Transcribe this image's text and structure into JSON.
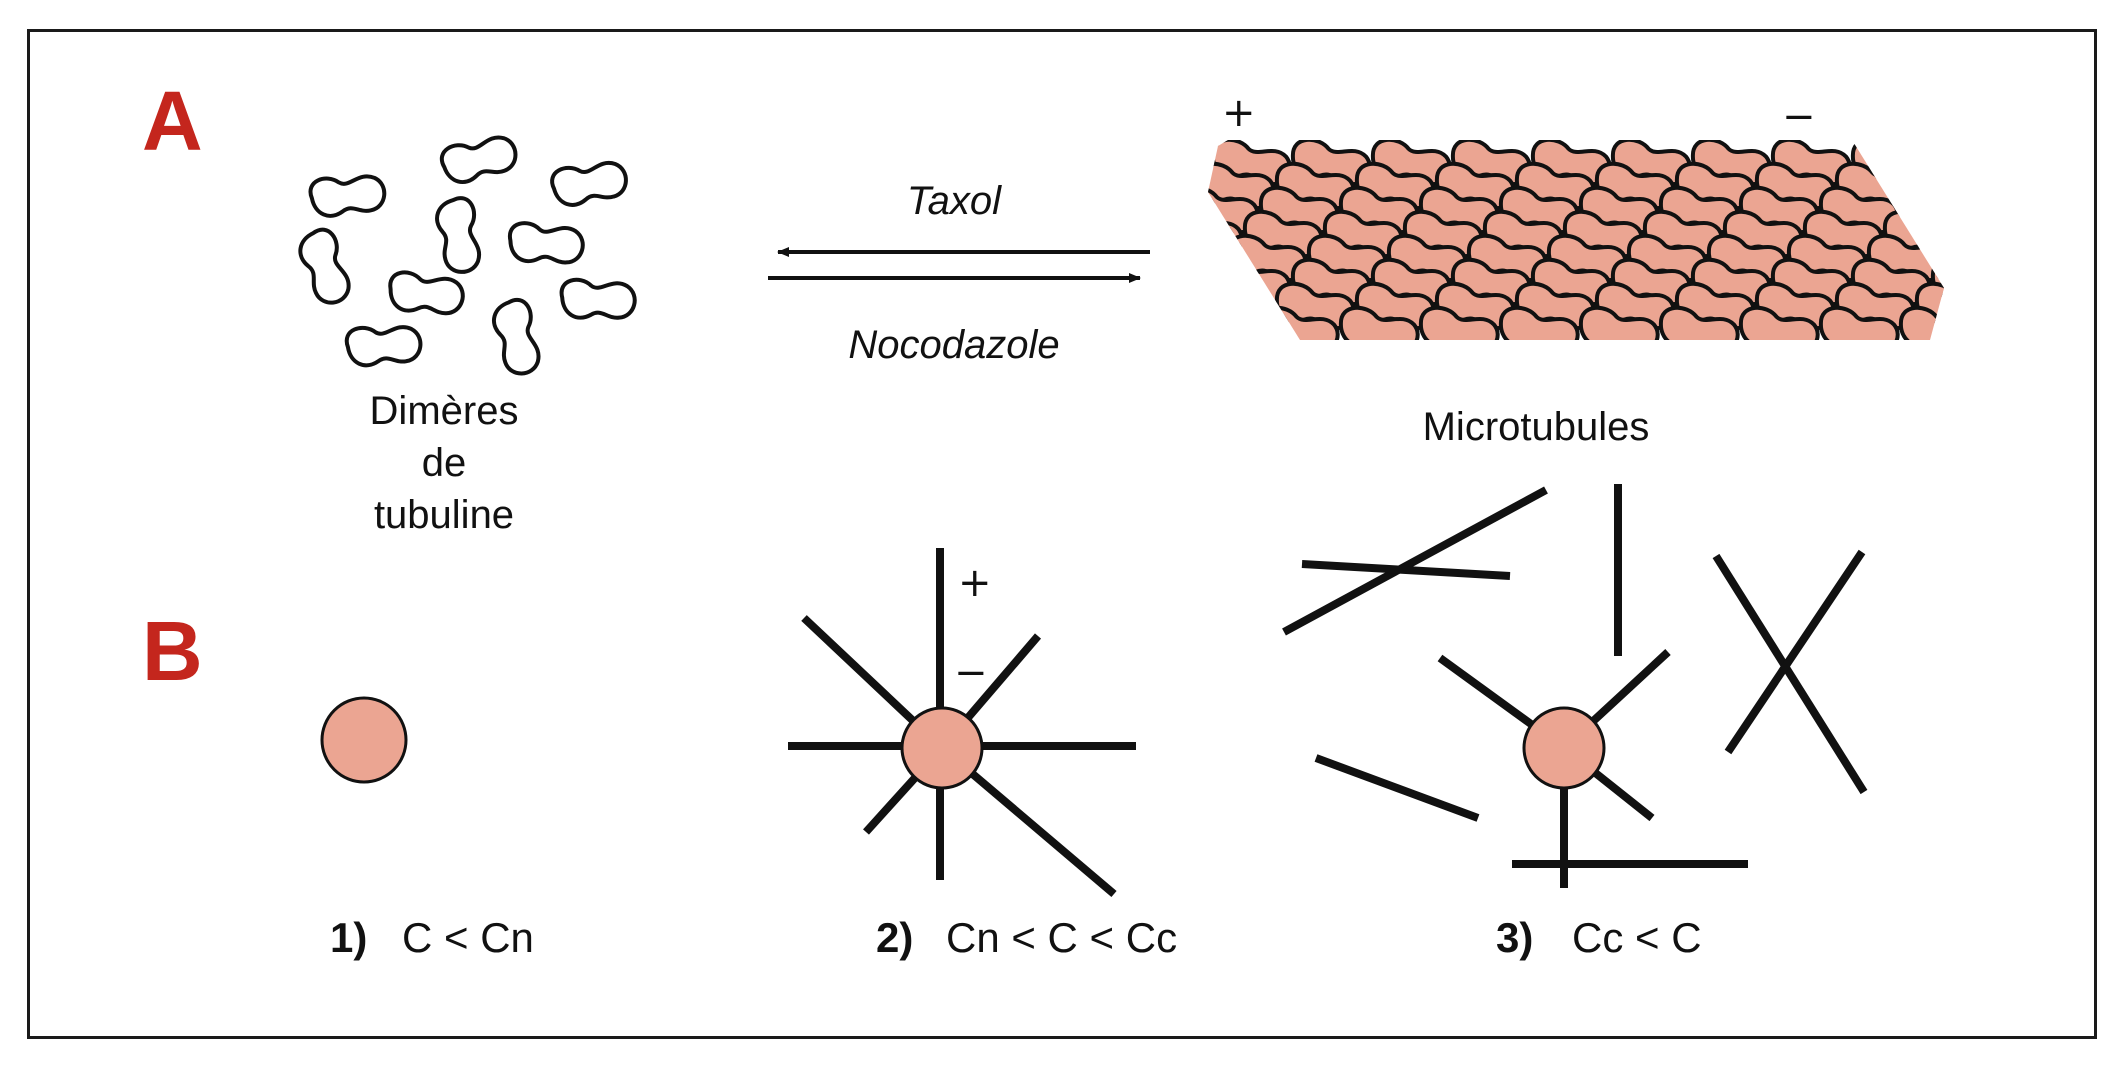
{
  "panels": {
    "a": {
      "letter": "A"
    },
    "b": {
      "letter": "B"
    }
  },
  "labels": {
    "dimers": [
      "Dimères",
      "de",
      "tubuline"
    ],
    "microtubules": "Microtubules",
    "taxol": "Taxol",
    "nocodazole": "Nocodazole",
    "mt_plus": "+",
    "mt_minus": "−",
    "aster_plus": "+",
    "aster_minus": "−"
  },
  "conditions": [
    {
      "num": "1)",
      "text": "C < Cn"
    },
    {
      "num": "2)",
      "text": "Cn < C < Cc"
    },
    {
      "num": "3)",
      "text": "Cc < C"
    }
  ],
  "colors": {
    "panel_letter": "#c4261d",
    "tubulin_fill": "#eba592",
    "outline": "#111111"
  }
}
